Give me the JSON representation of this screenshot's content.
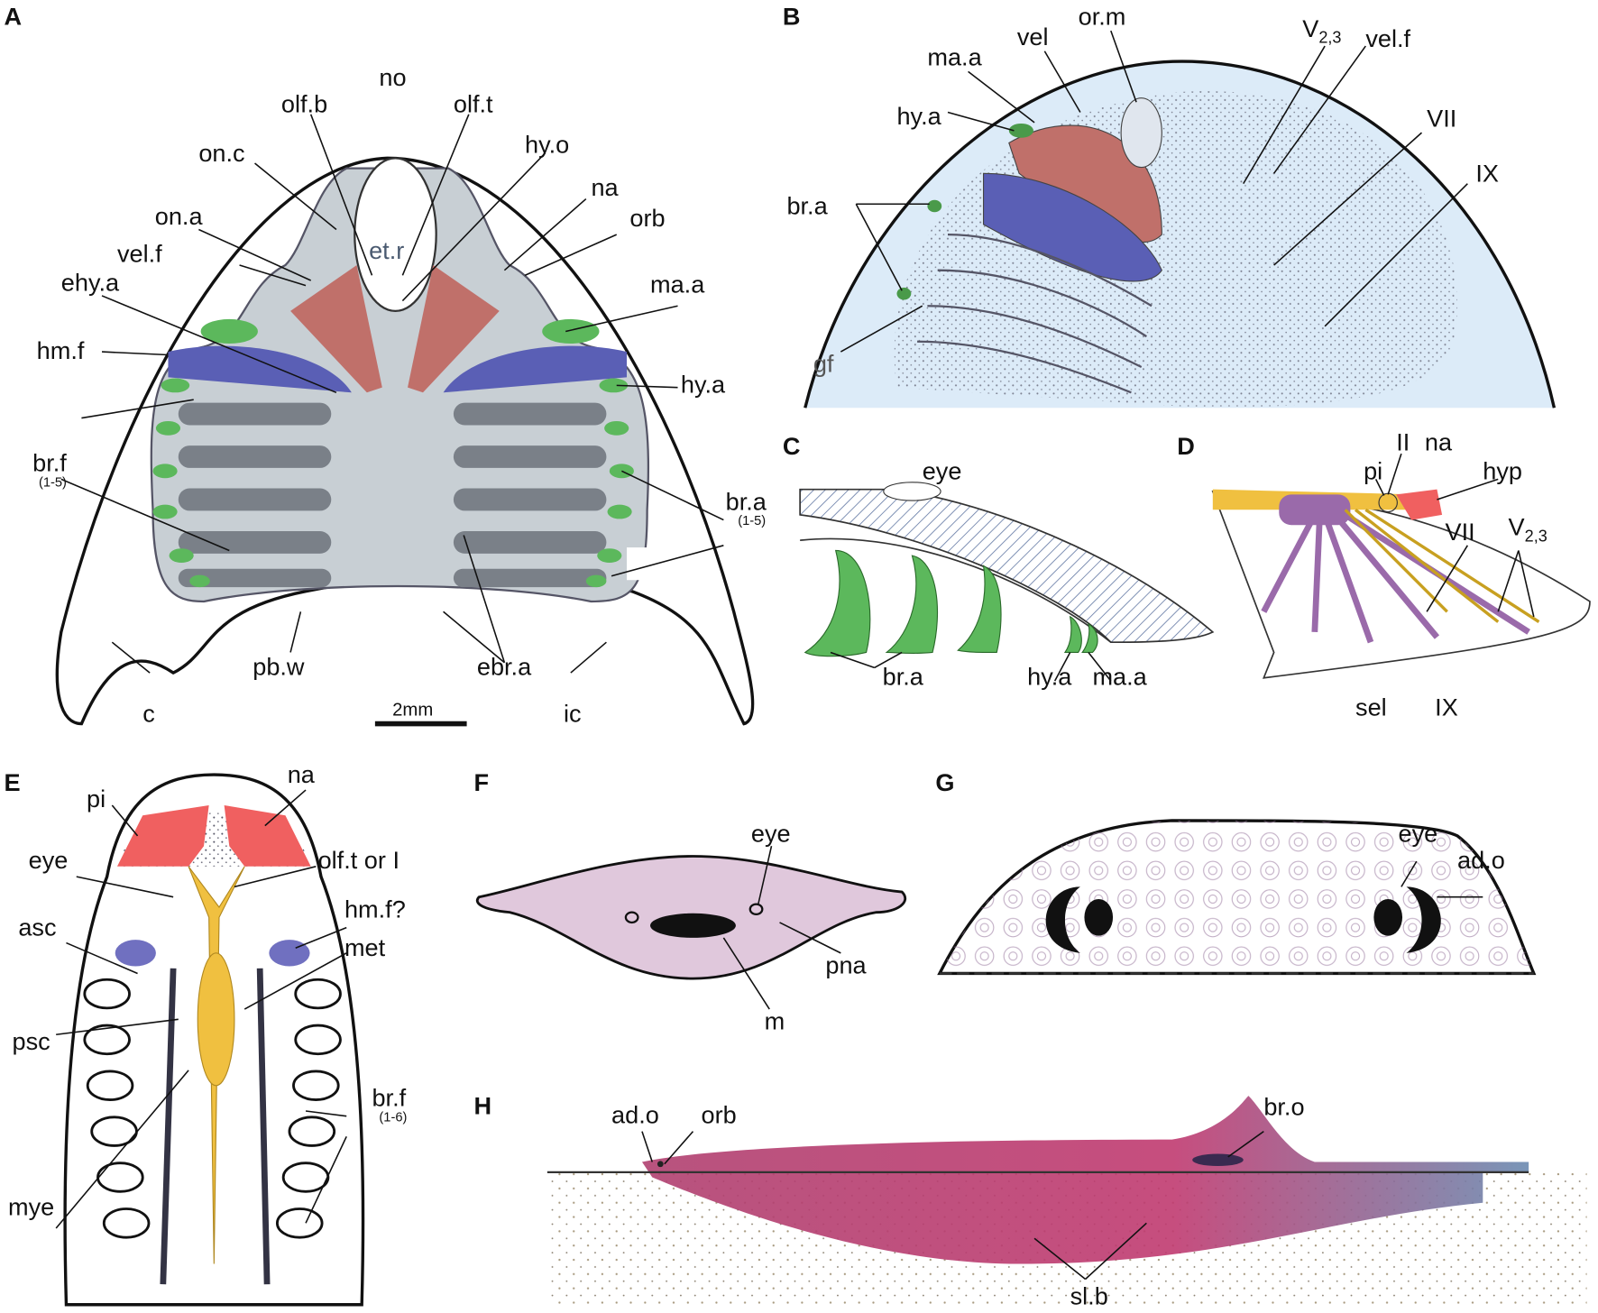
{
  "colors": {
    "background_blue": "#dcebf8",
    "muscle_red": "#c0706a",
    "muscle_blue": "#5a5fb5",
    "arch_green": "#5cb85c",
    "nerve_yellow": "#f0c040",
    "nerve_purple": "#9a6aaa",
    "body_pink": "#e0c8dc",
    "nasal_red": "#f06060"
  },
  "panels": {
    "A": {
      "letter": "A",
      "labels": {
        "no": "no",
        "olf_b": "olf.b",
        "olf_t": "olf.t",
        "hy_o": "hy.o",
        "on_c": "on.c",
        "na": "na",
        "on_a": "on.a",
        "orb": "orb",
        "vel_f": "vel.f",
        "et_r": "et.r",
        "ehy_a": "ehy.a",
        "ma_a": "ma.a",
        "hm_f": "hm.f",
        "hy_a": "hy.a",
        "br_f": "br.f",
        "br_f_range": "(1-5)",
        "br_a": "br.a",
        "br_a_range": "(1-5)",
        "pb_w": "pb.w",
        "ebr_a": "ebr.a",
        "c": "c",
        "ic": "ic",
        "scale": "2mm"
      }
    },
    "B": {
      "letter": "B",
      "labels": {
        "or_m": "or.m",
        "vel": "vel",
        "ma_a": "ma.a",
        "v": "V",
        "v_sub": "2,3",
        "vel_f": "vel.f",
        "hy_a": "hy.a",
        "vii": "VII",
        "ix": "IX",
        "br_a": "br.a",
        "gf": "gf"
      }
    },
    "C": {
      "letter": "C",
      "labels": {
        "eye": "eye",
        "br_a": "br.a",
        "hy_a": "hy.a",
        "ma_a": "ma.a"
      }
    },
    "D": {
      "letter": "D",
      "labels": {
        "ii": "II",
        "na": "na",
        "pi": "pi",
        "hyp": "hyp",
        "vii": "VII",
        "v": "V",
        "v_sub": "2,3",
        "sel": "sel",
        "ix": "IX"
      }
    },
    "E": {
      "letter": "E",
      "labels": {
        "na": "na",
        "pi": "pi",
        "olf_t": "olf.t or I",
        "eye": "eye",
        "hm_f": "hm.f?",
        "asc": "asc",
        "met": "met",
        "psc": "psc",
        "br_f": "br.f",
        "br_f_range": "(1-6)",
        "mye": "mye"
      }
    },
    "F": {
      "letter": "F",
      "labels": {
        "eye": "eye",
        "pna": "pna",
        "m": "m"
      }
    },
    "G": {
      "letter": "G",
      "labels": {
        "eye": "eye",
        "ad_o": "ad.o"
      }
    },
    "H": {
      "letter": "H",
      "labels": {
        "ad_o": "ad.o",
        "orb": "orb",
        "br_o": "br.o",
        "sl_b": "sl.b"
      }
    }
  }
}
